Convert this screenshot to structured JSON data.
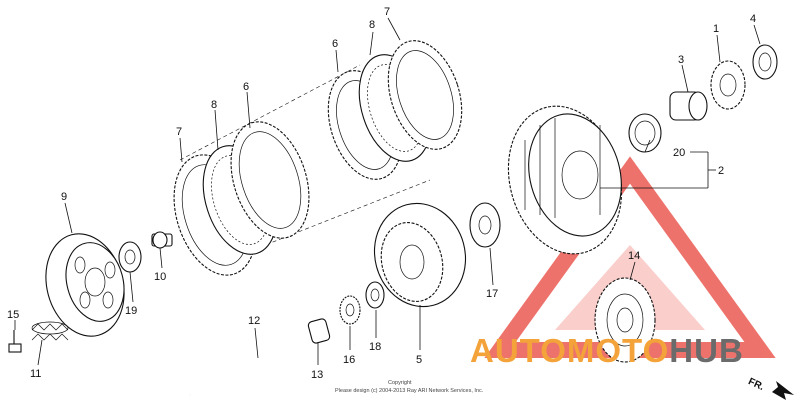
{
  "callouts": {
    "c1": "1",
    "c2": "2",
    "c3": "3",
    "c4": "4",
    "c5": "5",
    "c6a": "6",
    "c6b": "6",
    "c7a": "7",
    "c7b": "7",
    "c8a": "8",
    "c8b": "8",
    "c9": "9",
    "c10": "10",
    "c11": "11",
    "c12": "12",
    "c13": "13",
    "c14": "14",
    "c15": "15",
    "c16": "16",
    "c17": "17",
    "c18": "18",
    "c19": "19",
    "c20": "20"
  },
  "copyright": {
    "line1": "Copyright",
    "line2": "Please design (c) 2004-2013 Ray ARI Network Services, Inc."
  },
  "watermark": {
    "text_part1": "AUTOMOTO",
    "text_part2": "HUB",
    "color_orange": "#f3a33a",
    "color_gray": "#6b6b6b",
    "color_red": "#e8443a"
  },
  "direction": {
    "label": "FR."
  }
}
